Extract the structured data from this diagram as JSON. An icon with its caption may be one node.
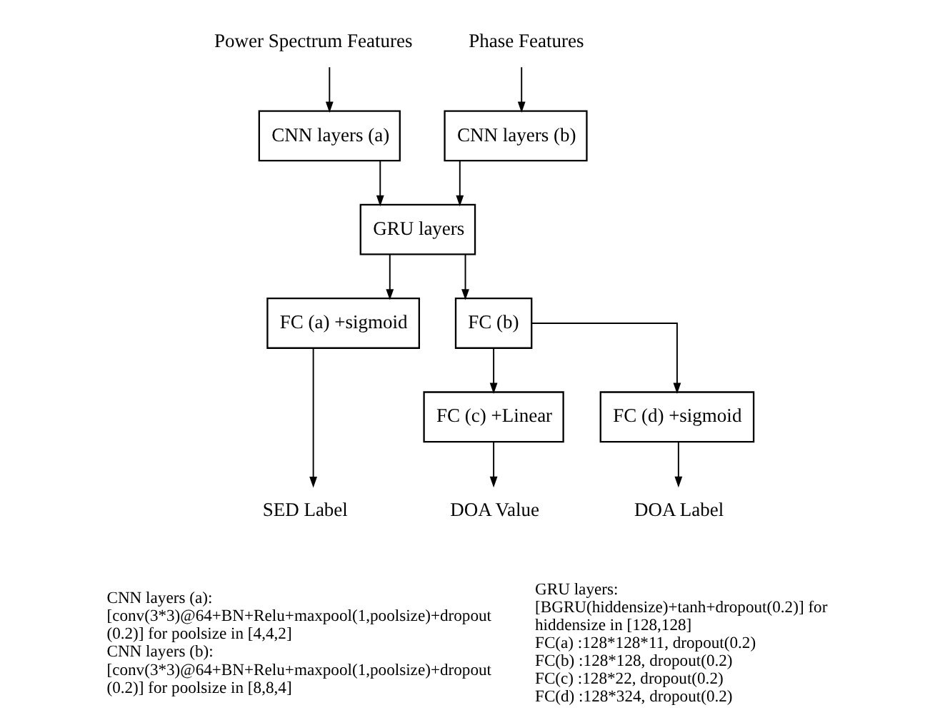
{
  "diagram": {
    "nodes": [
      {
        "text": [
          "Power Spectrum Features"
        ]
      },
      {
        "text": [
          "Phase Features"
        ]
      },
      {
        "text": [
          "CNN layers (a)"
        ]
      },
      {
        "text": [
          "CNN layers (b)"
        ]
      },
      {
        "text": [
          "GRU layers"
        ]
      },
      {
        "text": [
          "FC (a) +sigmoid"
        ]
      },
      {
        "text": [
          "FC (b)"
        ]
      },
      {
        "text": [
          "FC (c) +Linear"
        ]
      },
      {
        "text": [
          "FC (d) +sigmoid"
        ]
      },
      {
        "text": [
          "SED Label"
        ]
      },
      {
        "text": [
          "DOA Value"
        ]
      },
      {
        "text": [
          "DOA Label"
        ]
      }
    ],
    "edges": [
      {
        "from": 0,
        "to": 2,
        "arrow": "to"
      },
      {
        "from": 1,
        "to": 3,
        "arrow": "to"
      },
      {
        "from": 2,
        "to": 4,
        "arrow": "to"
      },
      {
        "from": 3,
        "to": 4,
        "arrow": "to"
      },
      {
        "from": 4,
        "to": 5,
        "arrow": "to"
      },
      {
        "from": 4,
        "to": 6,
        "arrow": "to"
      },
      {
        "from": 6,
        "to": 7,
        "arrow": "to"
      },
      {
        "from": 6,
        "to": 8,
        "arrow": "to"
      },
      {
        "from": 5,
        "to": 9,
        "arrow": "to"
      },
      {
        "from": 7,
        "to": 10,
        "arrow": "to"
      },
      {
        "from": 8,
        "to": 11,
        "arrow": "to"
      }
    ],
    "labels": [
      "CNN layers (a):",
      "[conv(3*3)@64+BN+Relu+maxpool(1,poolsize)+dropout (0.2)] for poolsize in [4,4,2]",
      "CNN layers (b):",
      "[conv(3*3)@64+BN+Relu+maxpool(1,poolsize)+dropout (0.2)] for poolsize in [8,8,4]",
      "GRU layers:",
      "[BGRU(hiddensize)+tanh+dropout(0.2)] for hiddensize in [128,128]",
      "FC(a) :128*128*11, dropout(0.2)",
      "FC(b) :128*128, dropout(0.2)",
      "FC(c) :128*22, dropout(0.2)",
      "FC(d) :128*324, dropout(0.2)"
    ]
  }
}
